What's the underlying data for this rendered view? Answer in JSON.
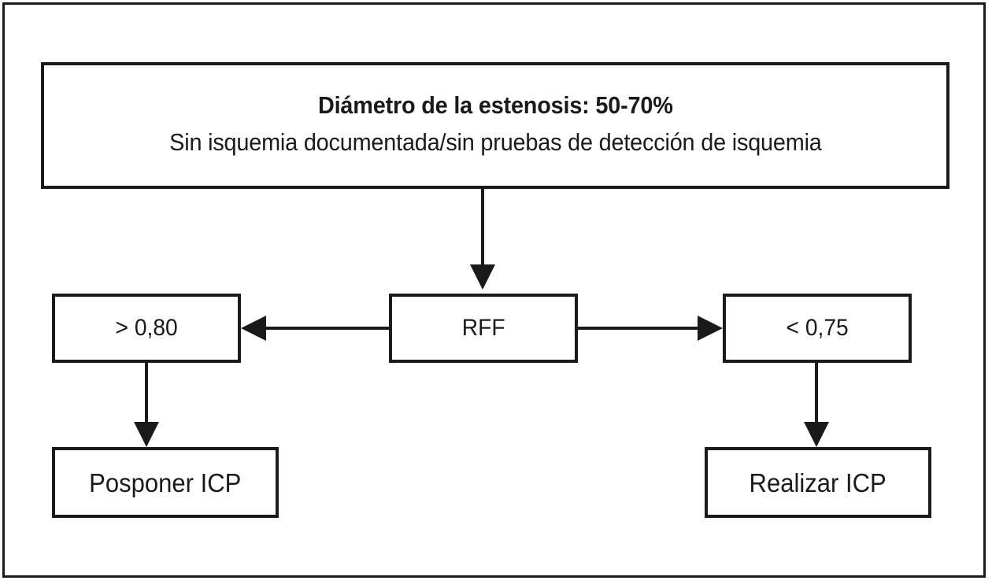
{
  "figure": {
    "type": "flowchart",
    "language": "es",
    "colors": {
      "line": "#1a1a1a",
      "background": "#ffffff",
      "text": "#1a1a1a"
    }
  },
  "header": {
    "title": "Diámetro de la estenosis: 50-70%",
    "subtitle": "Sin isquemia documentada/sin pruebas de detección de isquemia"
  },
  "nodes": {
    "gt": {
      "label": "> 0,80"
    },
    "rff": {
      "label": "RFF"
    },
    "lt": {
      "label": "< 0,75"
    },
    "defer": {
      "label": "Posponer ICP"
    },
    "perform": {
      "label": "Realizar ICP"
    }
  },
  "connectors": [
    {
      "name": "header-to-rff",
      "from": "header",
      "to": "rff",
      "direction": "down"
    },
    {
      "name": "rff-to-gt",
      "from": "rff",
      "to": "gt",
      "direction": "left"
    },
    {
      "name": "rff-to-lt",
      "from": "rff",
      "to": "lt",
      "direction": "right"
    },
    {
      "name": "gt-to-defer",
      "from": "gt",
      "to": "defer",
      "direction": "down"
    },
    {
      "name": "lt-to-perform",
      "from": "lt",
      "to": "perform",
      "direction": "down"
    }
  ]
}
